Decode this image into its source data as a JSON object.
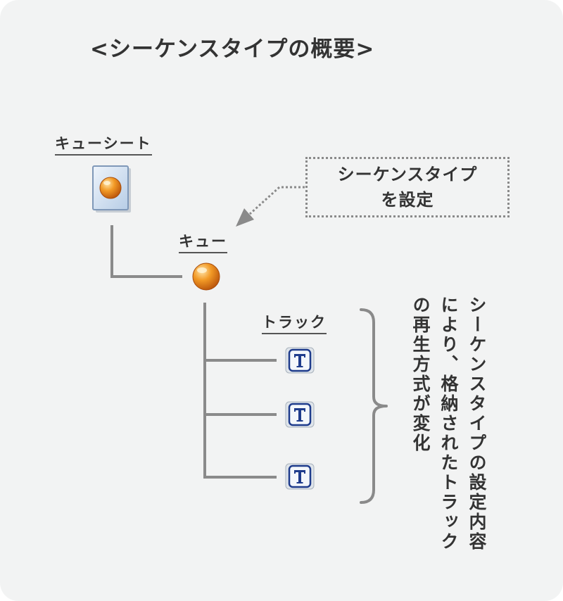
{
  "title": "<シーケンスタイプの概要>",
  "labels": {
    "cue_sheet": "キューシート",
    "cue": "キュー",
    "track": "トラック"
  },
  "callout": {
    "line1": "シーケンスタイプ",
    "line2": "を設定"
  },
  "note": {
    "line1": "シーケンスタイプの設定内容",
    "line2": "により、格納されたトラック",
    "line3": "の再生方式が変化"
  },
  "icons": {
    "cue_sheet": "cue-sheet-icon",
    "cue": "orange-ball-icon",
    "track": "track-t-icon"
  },
  "colors": {
    "background": "#f2f3f3",
    "line": "#8a8a8a",
    "orange": "#e8871e",
    "track_blue": "#1f3c8c"
  }
}
